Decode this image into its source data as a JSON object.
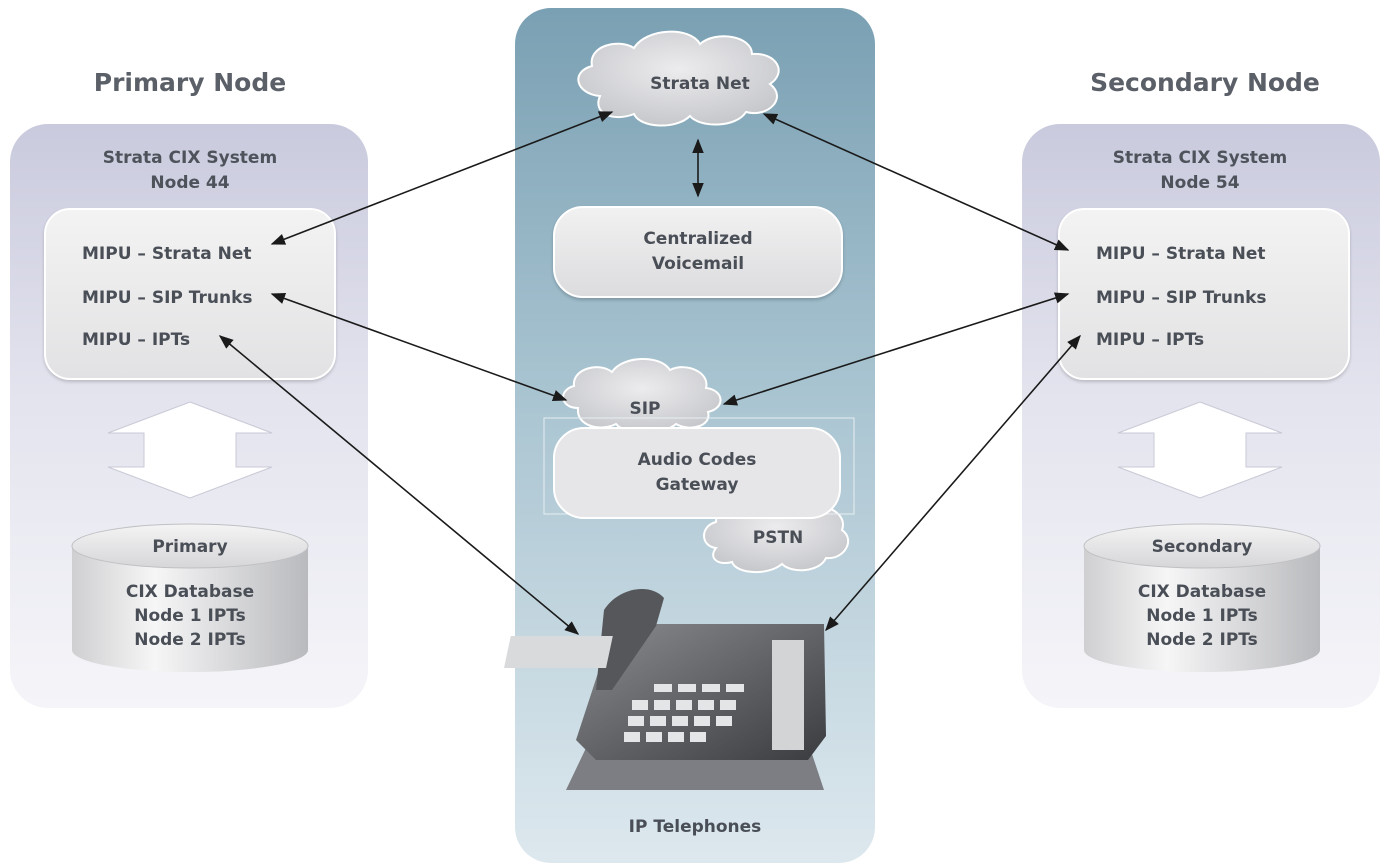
{
  "titles": {
    "primary": "Primary Node",
    "secondary": "Secondary Node"
  },
  "primary_node": {
    "system_line1": "Strata CIX System",
    "system_line2": "Node 44",
    "mipu": [
      "MIPU – Strata Net",
      "MIPU – SIP Trunks",
      "MIPU – IPTs"
    ],
    "db_label": "Primary",
    "db_lines": [
      "CIX Database",
      "Node 1 IPTs",
      "Node 2 IPTs"
    ]
  },
  "secondary_node": {
    "system_line1": "Strata CIX System",
    "system_line2": "Node 54",
    "mipu": [
      "MIPU – Strata Net",
      "MIPU – SIP Trunks",
      "MIPU – IPTs"
    ],
    "db_label": "Secondary",
    "db_lines": [
      "CIX Database",
      "Node 1 IPTs",
      "Node 2 IPTs"
    ]
  },
  "center": {
    "strata_net": "Strata Net",
    "voicemail_line1": "Centralized",
    "voicemail_line2": "Voicemail",
    "sip": "SIP",
    "gateway_line1": "Audio Codes",
    "gateway_line2": "Gateway",
    "pstn": "PSTN",
    "ip_telephones": "IP Telephones"
  },
  "colors": {
    "center_panel": "#7aa0b3",
    "side_panel": "#c9cadd",
    "arrow": "#1a1a1a",
    "text": "#4a4f57"
  }
}
